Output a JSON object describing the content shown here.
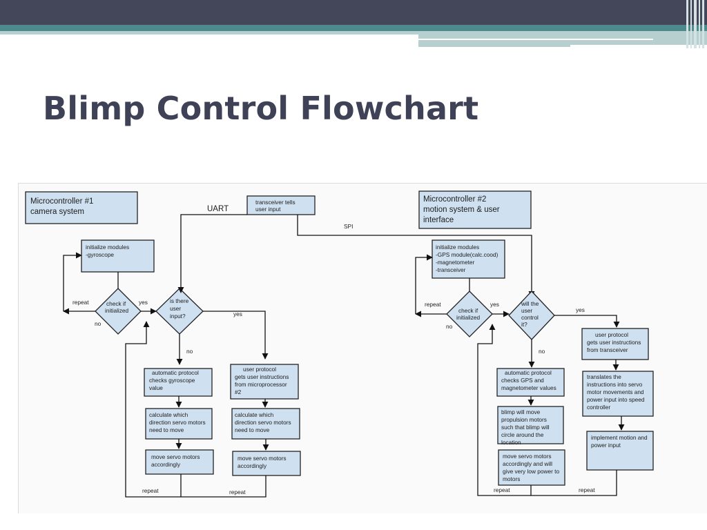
{
  "slide": {
    "title": "Blimp Control Flowchart"
  },
  "colors": {
    "header": "#444759",
    "accent_teal": "#4d8a8c",
    "box_fill": "#cfe0f0",
    "title_text": "#3f4257"
  },
  "left": {
    "header": [
      "Microcontroller #1",
      "camera system"
    ],
    "transceiver": [
      "transceiver tells",
      "user input"
    ],
    "uart": "UART",
    "init": [
      "initialize modules",
      "-gyroscope"
    ],
    "check": [
      "check if",
      "initialized"
    ],
    "repeat_top": "repeat",
    "no_check": "no",
    "yes_check": "yes",
    "decision": [
      "is there",
      "user",
      "input?"
    ],
    "yes_decision": "yes",
    "no_decision": "no",
    "auto": [
      "automatic protocol",
      "checks gyroscope",
      "value"
    ],
    "user_proto": [
      "user protocol",
      "gets user instructions",
      "from microprocessor",
      "#2"
    ],
    "calc_a": [
      "calculate which",
      "direction servo motors",
      "need to move"
    ],
    "calc_b": [
      "calculate which",
      "direction servo motors",
      "need to move"
    ],
    "move_a": [
      "move servo motors",
      "accordingly"
    ],
    "move_b": [
      "move servo motors",
      "accordingly"
    ],
    "repeat_a": "repeat",
    "repeat_b": "repeat"
  },
  "spi": "SPI",
  "right": {
    "header": [
      "Microcontroller #2",
      "motion system & user",
      "interface"
    ],
    "init": [
      "initialize modules",
      "-GPS module(calc.cood)",
      "-magnetometer",
      "-transceiver"
    ],
    "check": [
      "check if",
      "initialized"
    ],
    "repeat_top": "repeat",
    "no_check": "no",
    "yes_check": "yes",
    "decision": [
      "will the",
      "user",
      "control",
      "it?"
    ],
    "yes_decision": "yes",
    "no_decision": "no",
    "user_proto": [
      "user protocol",
      "gets user instructions",
      "from transceiver"
    ],
    "translate": [
      "translates the",
      "instructions into servo",
      "motor movements and",
      "power input into speed",
      "controller"
    ],
    "implement": [
      "implement motion and",
      "power input"
    ],
    "auto": [
      "automatic protocol",
      "checks GPS and",
      "magnetometer values"
    ],
    "blimp": [
      "blimp will move",
      "propulsion motors",
      "such that blimp will",
      "circle around the",
      "location"
    ],
    "move": [
      "move servo motors",
      "accordingly and will",
      "give very low power to",
      "motors"
    ],
    "repeat_a": "repeat",
    "repeat_b": "repeat"
  }
}
